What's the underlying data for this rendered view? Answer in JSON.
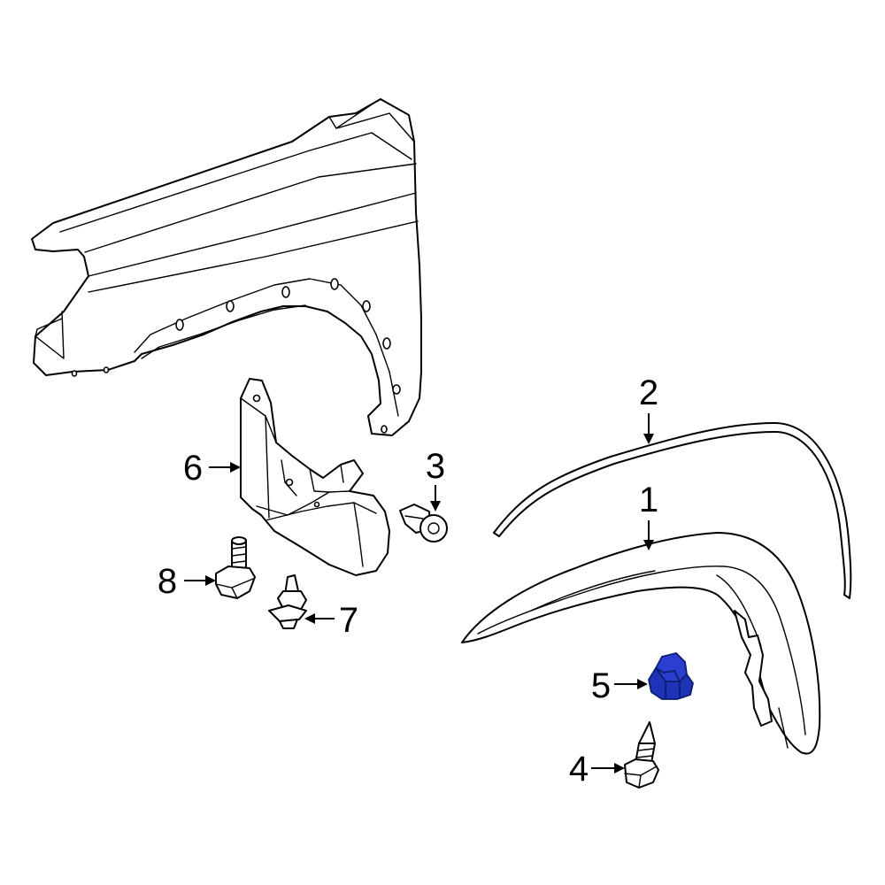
{
  "callouts": [
    {
      "id": "1",
      "label": "1"
    },
    {
      "id": "2",
      "label": "2"
    },
    {
      "id": "3",
      "label": "3"
    },
    {
      "id": "4",
      "label": "4"
    },
    {
      "id": "5",
      "label": "5"
    },
    {
      "id": "6",
      "label": "6"
    },
    {
      "id": "7",
      "label": "7"
    },
    {
      "id": "8",
      "label": "8"
    }
  ],
  "colors": {
    "highlight_part": "#2a3fd0",
    "line": "#000000",
    "background": "#ffffff"
  }
}
